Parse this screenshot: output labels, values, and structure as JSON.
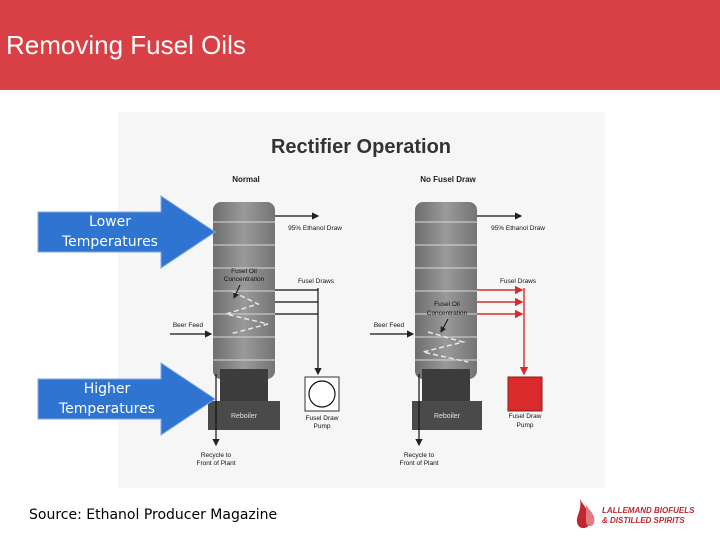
{
  "header": {
    "title": "Removing Fusel Oils",
    "color": "#d94045"
  },
  "diagram": {
    "title": "Rectifier Operation",
    "left_column": {
      "label": "Normal",
      "ethanol_draw": "95% Ethanol Draw",
      "fusel_oil_label_1": "Fusel Oil",
      "fusel_oil_label_2": "Concentration",
      "fusel_draws": "Fusel Draws",
      "beer_feed": "Beer Feed",
      "reboiler": "Reboiler",
      "pump_label_1": "Fusel Draw",
      "pump_label_2": "Pump",
      "recycle_1": "Recycle to",
      "recycle_2": "Front of Plant"
    },
    "right_column": {
      "label": "No Fusel Draw",
      "ethanol_draw": "95% Ethanol Draw",
      "fusel_oil_label_1": "Fusel Oil",
      "fusel_oil_label_2": "Concentration",
      "fusel_draws": "Fusel Draws",
      "beer_feed": "Beer Feed",
      "reboiler": "Reboiler",
      "pump_label_1": "Fusel Draw",
      "pump_label_2": "Pump",
      "recycle_1": "Recycle to",
      "recycle_2": "Front of Plant"
    },
    "highlight_color": "#d92b2b"
  },
  "callouts": {
    "lower_1": "Lower",
    "lower_2": "Temperatures",
    "higher_1": "Higher",
    "higher_2": "Temperatures",
    "color": "#2e74d0"
  },
  "source": "Source: Ethanol Producer Magazine",
  "logo": {
    "line1": "LALLEMAND BIOFUELS",
    "line2": "& DISTILLED SPIRITS"
  }
}
